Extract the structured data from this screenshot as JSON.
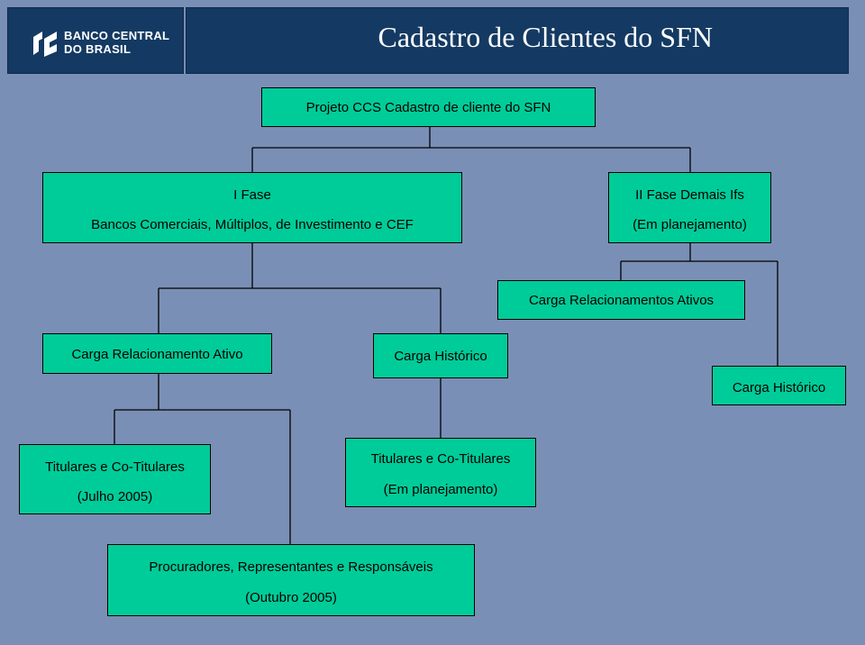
{
  "header": {
    "logo_line1": "BANCO CENTRAL",
    "logo_line2": "DO BRASIL",
    "title": "Cadastro de Clientes do SFN"
  },
  "nodes": {
    "root": "Projeto CCS   Cadastro de cliente do SFN",
    "fase1_title": "I Fase",
    "fase1_desc": "Bancos Comerciais, Múltiplos, de Investimento e CEF",
    "fase2_title": "II Fase   Demais Ifs",
    "fase2_desc": "(Em planejamento)",
    "carga_rel_ativos": "Carga Relacionamentos Ativos",
    "carga_rel_ativo": "Carga Relacionamento Ativo",
    "carga_hist_1": "Carga Histórico",
    "carga_hist_2": "Carga Histórico",
    "titulares_1_title": "Titulares e Co-Titulares",
    "titulares_1_date": "(Julho 2005)",
    "titulares_2_title": "Titulares e Co-Titulares",
    "titulares_2_date": "(Em planejamento)",
    "procuradores_title": "Procuradores, Representantes e Responsáveis",
    "procuradores_date": "(Outubro 2005)"
  },
  "colors": {
    "background": "#7a8fb5",
    "header": "#143a63",
    "node_fill": "#00cc99",
    "line": "#000000"
  }
}
